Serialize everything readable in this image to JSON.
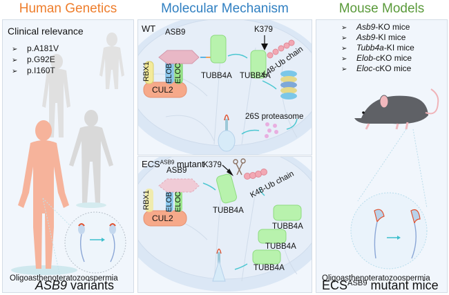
{
  "columns": {
    "left": {
      "title": "Human Genetics",
      "title_color": "#ee7d2b",
      "section_label": "Clinical relevance",
      "bullet_glyph": "➢",
      "variants": [
        "p.A181V",
        "p.G92E",
        "p.I160T"
      ],
      "phenotype": "Oligoasthenoteratozoospermia",
      "footer_italic": "ASB9",
      "footer_rest": " variants"
    },
    "middle": {
      "title": "Molecular Mechanism",
      "title_color": "#2f7fc1",
      "wt": {
        "label": "WT",
        "complex": {
          "asb9": "ASB9",
          "rbx1": "RBX1",
          "elob": "ELOB",
          "eloc": "ELOC",
          "cul2": "CUL2"
        },
        "substrate_1": "TUBB4A",
        "substrate_2": "TUBB4A",
        "site": "K379",
        "ub_chain": "K48-Ub chain",
        "proteasome": "26S proteasome"
      },
      "mutant": {
        "label_main": "ECS",
        "label_sup": "ASB9",
        "label_rest": " mutant",
        "complex": {
          "asb9": "ASB9",
          "rbx1": "RBX1",
          "elob": "ELOB",
          "eloc": "ELOC",
          "cul2": "CUL2"
        },
        "site": "K379",
        "ub_chain": "K48-Ub chain",
        "substrates": [
          "TUBB4A",
          "TUBB4A",
          "TUBB4A",
          "TUBB4A"
        ]
      }
    },
    "right": {
      "title": "Mouse Models",
      "title_color": "#5a9a3a",
      "bullet_glyph": "➢",
      "models": [
        {
          "gene": "Asb9",
          "suffix": "-KO mice"
        },
        {
          "gene": "Asb9",
          "suffix": "-KI mice"
        },
        {
          "gene": "Tubb4a",
          "suffix": "-KI mice"
        },
        {
          "gene": "Elob",
          "suffix": "-cKO mice"
        },
        {
          "gene": "Eloc",
          "suffix": "-cKO mice"
        }
      ],
      "phenotype": "Oligoasthenoteratozoospermia",
      "footer_main": "ECS",
      "footer_sup": "ASB9",
      "footer_rest": " mutant mice"
    }
  },
  "colors": {
    "panel_bg": "#f1f6fc",
    "panel_border": "#d3dce6",
    "skin": "#f7b39b",
    "gray_figure": "#dcdcdc",
    "cul2": "#f6a98a",
    "asb9": "#e9b8c6",
    "rbx1": "#f3ea9a",
    "elob": "#8ec9ee",
    "eloc": "#9be58c",
    "tubulin": "#a8f0a0",
    "ubiquitin": "#f2a8b4",
    "arrow": "#4cc7d1",
    "mouse": "#5f6166"
  }
}
